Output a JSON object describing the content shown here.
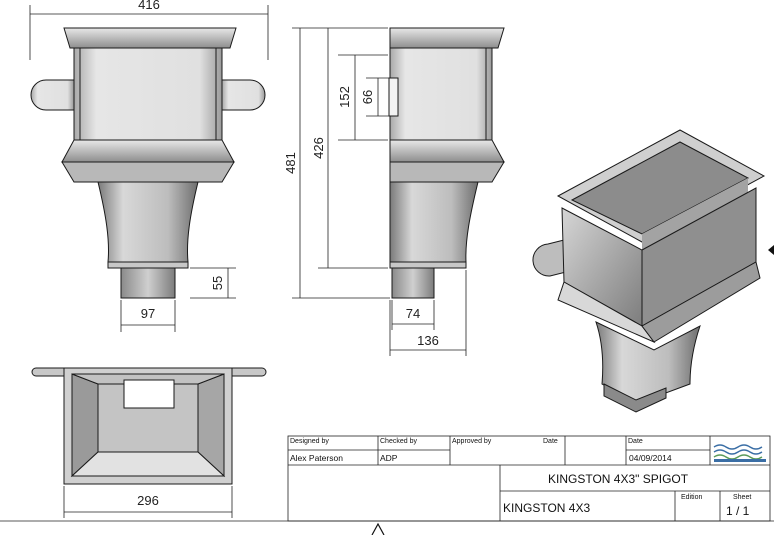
{
  "dimensions": {
    "front_width": "416",
    "front_total_height": "481",
    "front_body_height": "426",
    "side_slot_offset": "152",
    "side_slot_height": "66",
    "front_spigot_height": "55",
    "front_spigot_width": "97",
    "side_spigot_width": "74",
    "side_top_width": "136",
    "top_view_width": "296"
  },
  "title_block": {
    "designed_by_label": "Designed by",
    "designed_by": "Alex Paterson",
    "checked_by_label": "Checked by",
    "checked_by": "ADP",
    "approved_by_label": "Approved by",
    "date_label_1": "Date",
    "date_label_2": "Date",
    "date": "04/09/2014",
    "title": "KINGSTON 4X3\" SPIGOT",
    "part_name": "KINGSTON 4X3",
    "edition_label": "Edition",
    "sheet_label": "Sheet",
    "sheet": "1 / 1"
  },
  "colors": {
    "line": "#1a1a1a",
    "body_light": "#dcdcdc",
    "body_dark": "#8a8a8a",
    "logo_blue": "#3a6ea5"
  }
}
